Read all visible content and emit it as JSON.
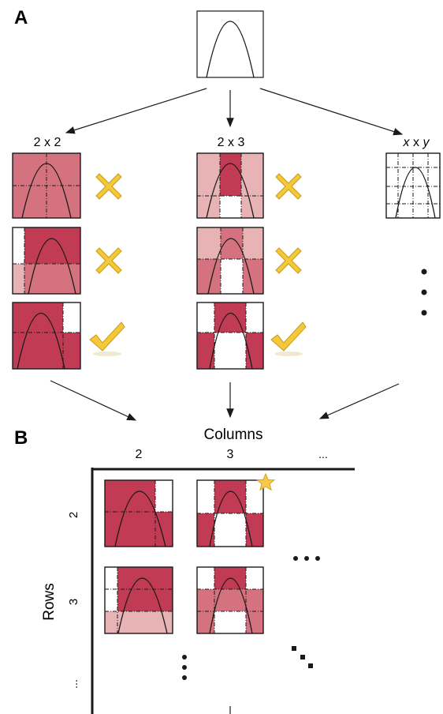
{
  "panels": {
    "a_label": "A",
    "b_label": "B"
  },
  "panel_a": {
    "col_labels": [
      "2 x 2",
      "2 x 3"
    ],
    "col3_label_x": "x",
    "col3_label_mid": " x ",
    "col3_label_y": "y",
    "marks": {
      "2x2": [
        "cross",
        "cross",
        "check"
      ],
      "2x3": [
        "cross",
        "cross",
        "check"
      ]
    }
  },
  "panel_b": {
    "columns_title": "Columns",
    "column_ticks": [
      "2",
      "3",
      "..."
    ],
    "rows_title": "Rows",
    "row_ticks": [
      "2",
      "3",
      "..."
    ],
    "best_marker": "star-icon"
  },
  "colors": {
    "dark": "#c23b54",
    "medium": "#d5727f",
    "light": "#e8b3b4",
    "white": "#ffffff",
    "cross_fill": "#f3c839",
    "check_fill": "#f3c839",
    "star_fill": "#f8c848"
  }
}
